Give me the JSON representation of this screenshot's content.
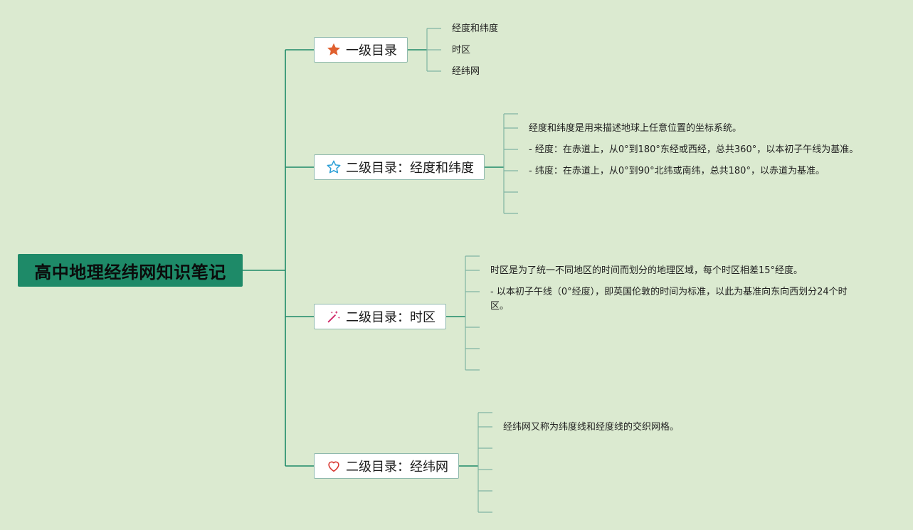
{
  "root": {
    "title": "高中地理经纬网知识笔记"
  },
  "branches": [
    {
      "label": "一级目录",
      "icon": "star-filled-icon",
      "icon_color": "#e0602f",
      "children": [
        "经度和纬度",
        "时区",
        "经纬网"
      ]
    },
    {
      "label": "二级目录：经度和纬度",
      "icon": "star-outline-icon",
      "icon_color": "#2b9fd6",
      "children": [
        "",
        "经度和纬度是用来描述地球上任意位置的坐标系统。",
        "- 经度：在赤道上，从0°到180°东经或西经，总共360°，以本初子午线为基准。",
        "- 纬度：在赤道上，从0°到90°北纬或南纬，总共180°，以赤道为基准。",
        "",
        ""
      ]
    },
    {
      "label": "二级目录：时区",
      "icon": "magic-wand-icon",
      "icon_color": "#d12d6c",
      "children": [
        "",
        "时区是为了统一不同地区的时间而划分的地理区域，每个时区相差15°经度。",
        "- 以本初子午线（0°经度），即英国伦敦的时间为标准，以此为基准向东向西划分24个时区。",
        "",
        "",
        ""
      ]
    },
    {
      "label": "二级目录：经纬网",
      "icon": "heart-outline-icon",
      "icon_color": "#d8352f",
      "children": [
        "",
        "经纬网又称为纬度线和经度线的交织网格。",
        "",
        "",
        "",
        ""
      ]
    }
  ],
  "colors": {
    "background": "#dbead0",
    "root_fill": "#1e8a68",
    "line_main": "#1e8a68",
    "line_leaf": "#7fb5a2"
  }
}
